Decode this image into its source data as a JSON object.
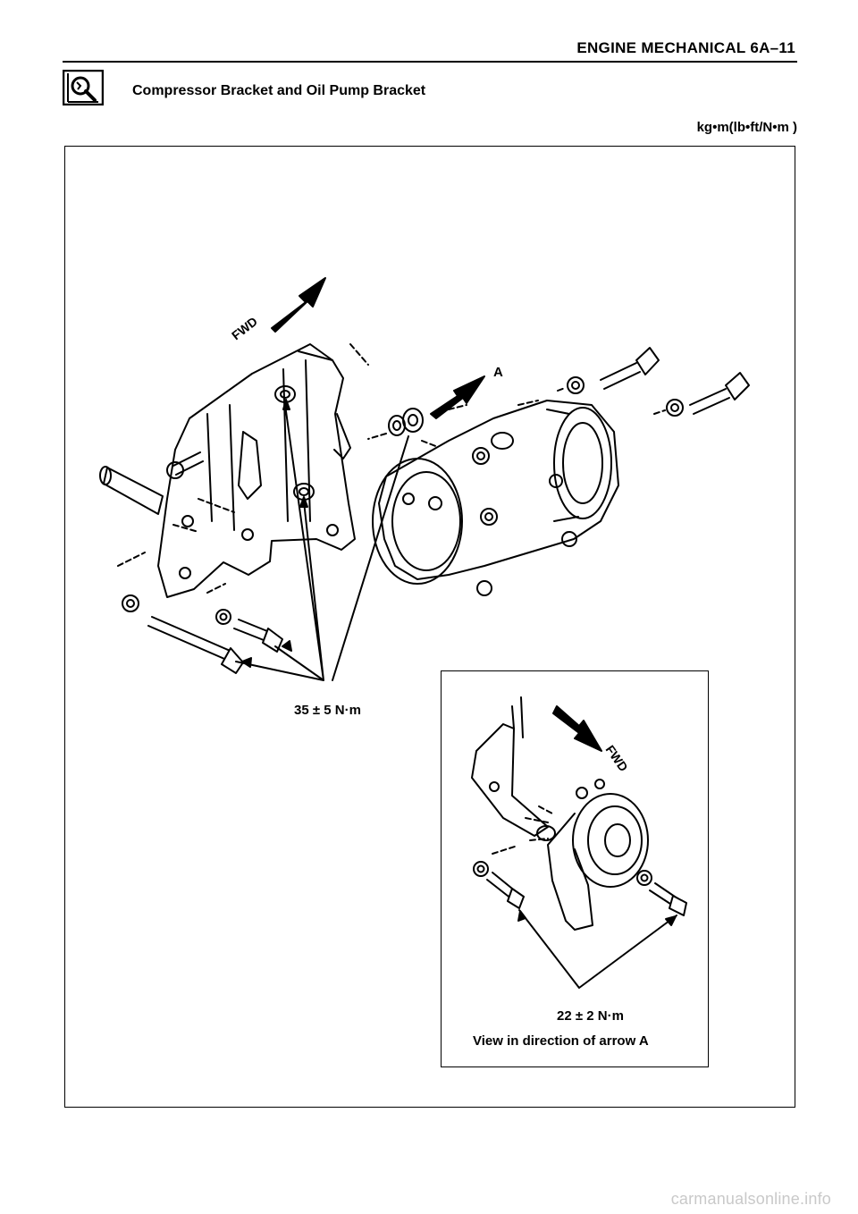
{
  "header": {
    "title": "ENGINE MECHANICAL  6A–11"
  },
  "section": {
    "icon": "magnifier-book-icon",
    "title": "Compressor Bracket and Oil Pump Bracket"
  },
  "units": {
    "label": "kg•m(lb•ft/N•m )"
  },
  "main_figure": {
    "fwd_label": "FWD",
    "arrow_label": "A",
    "torque": "35 ± 5 N·m"
  },
  "inset_figure": {
    "fwd_label": "FWD",
    "torque": "22 ± 2 N·m",
    "caption": "View in direction of arrow A"
  },
  "footer": {
    "watermark": "carmanualsonline.info"
  }
}
